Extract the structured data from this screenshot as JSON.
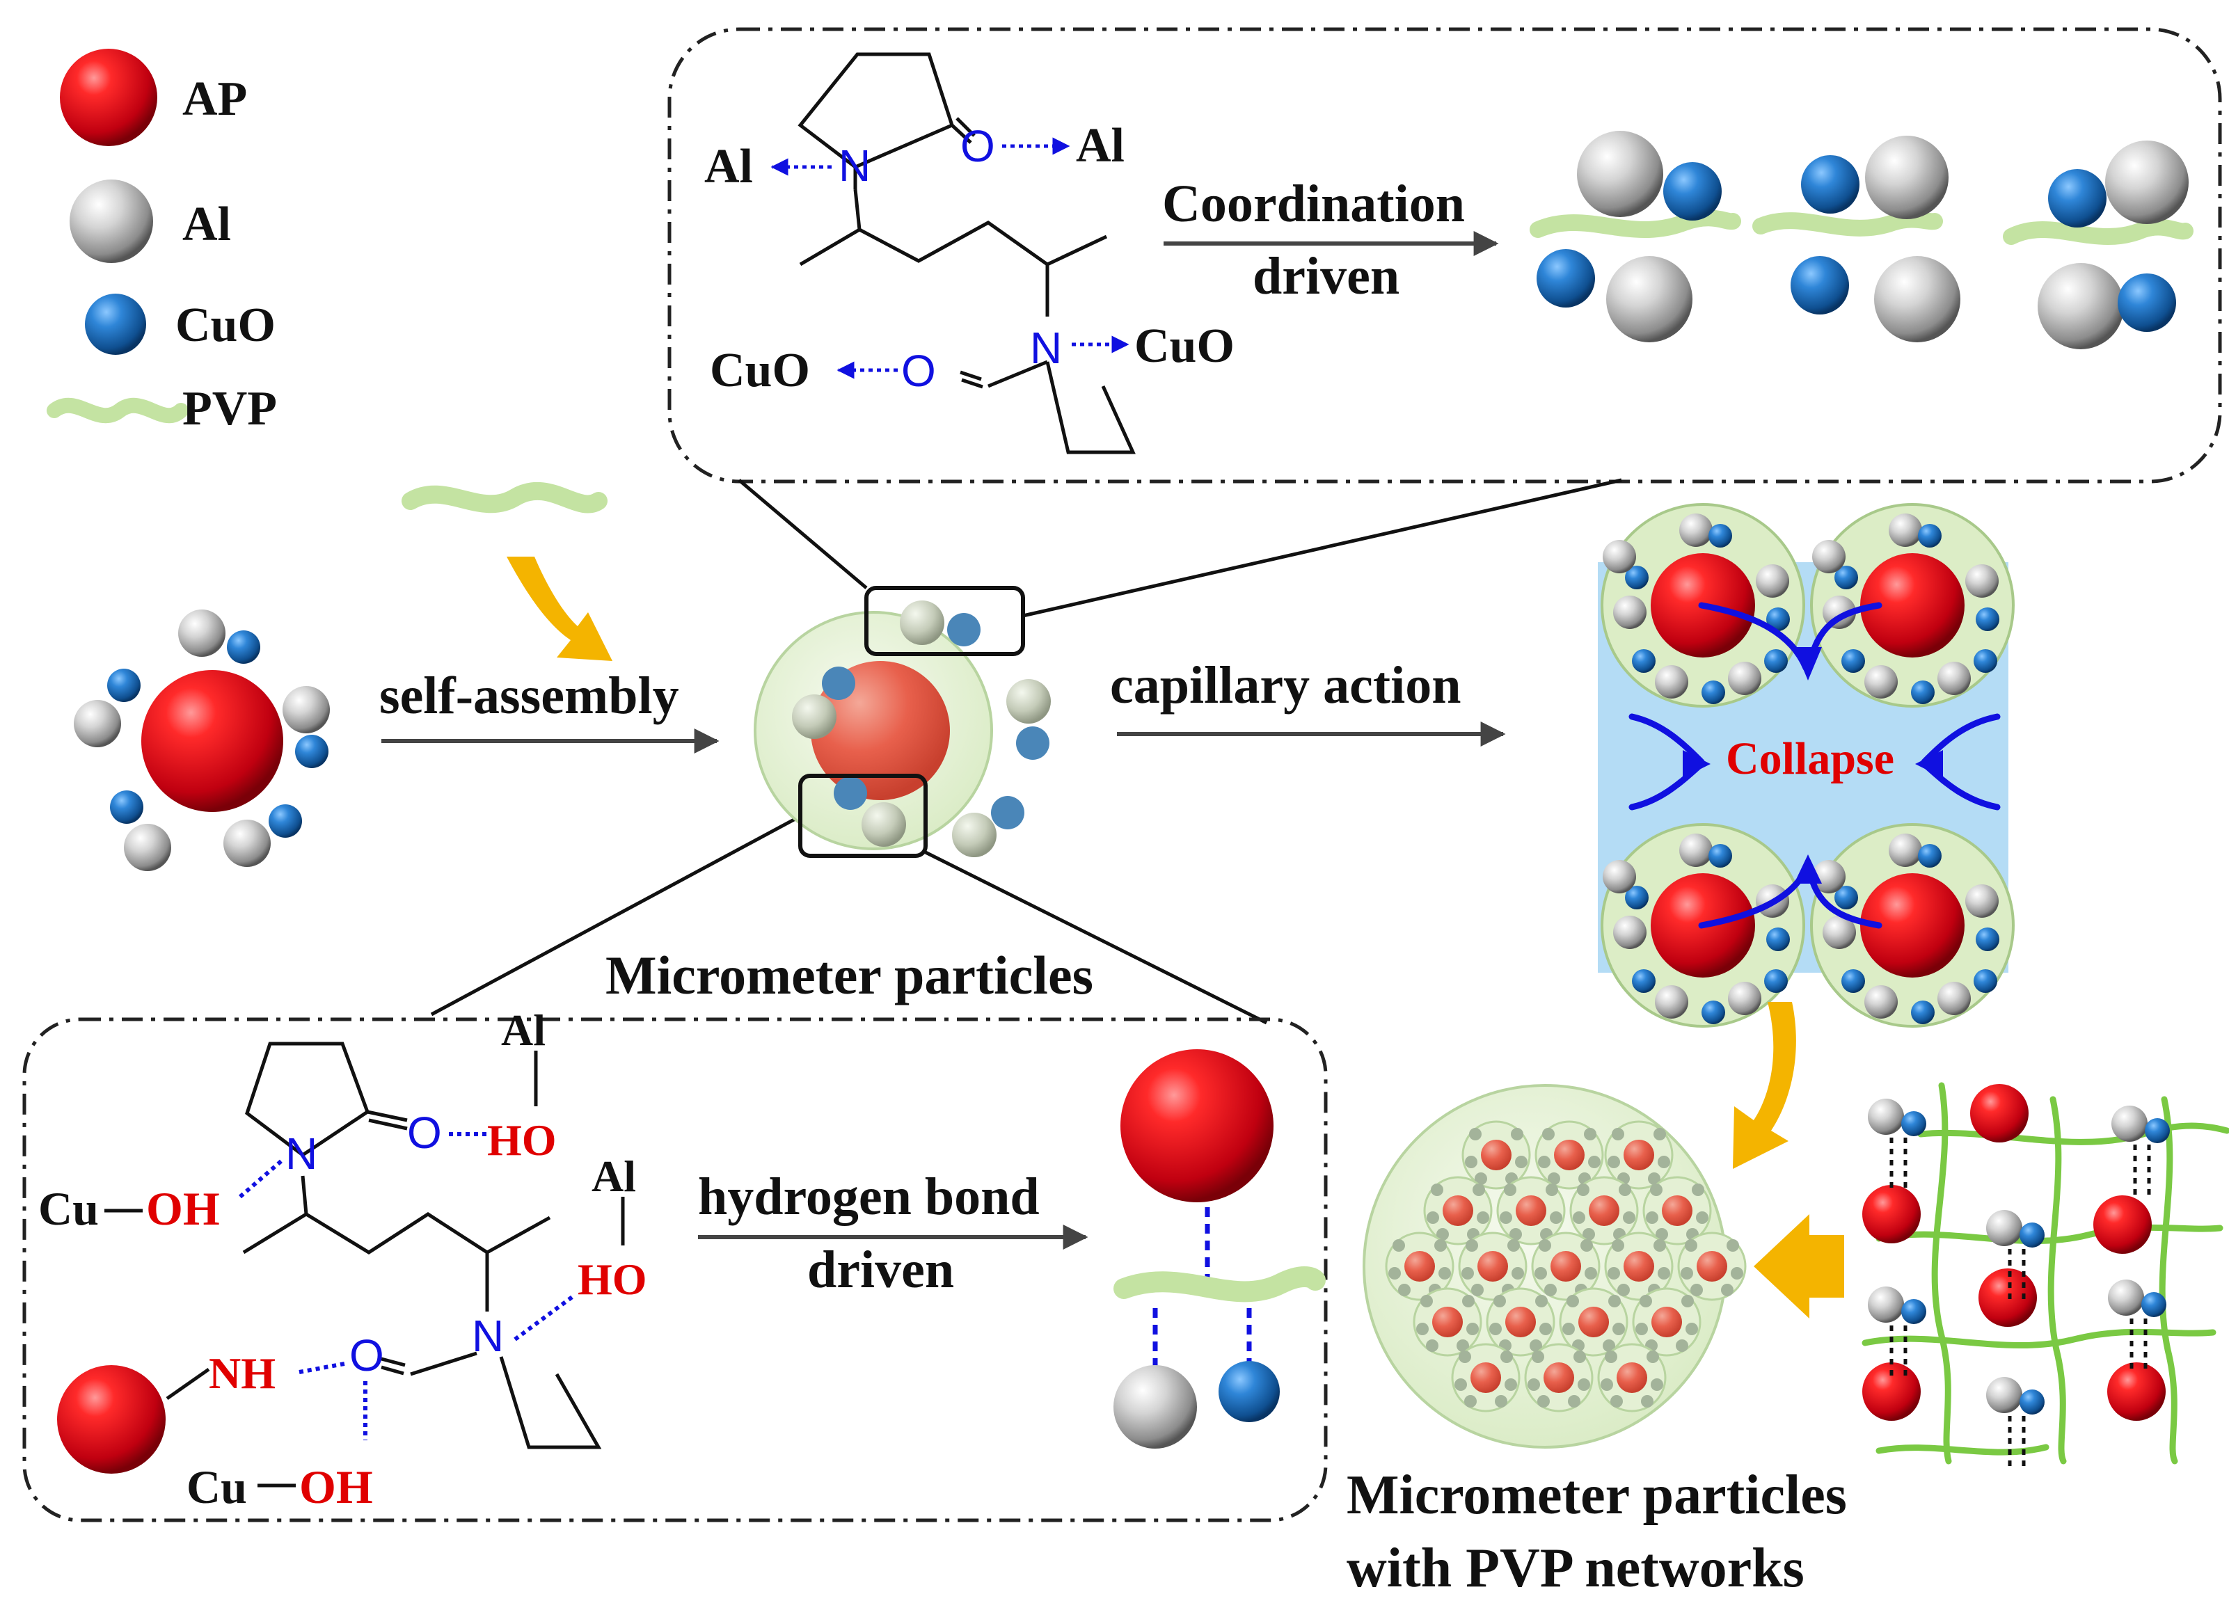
{
  "legend": {
    "items": [
      {
        "key": "ap",
        "label": "AP"
      },
      {
        "key": "al",
        "label": "Al"
      },
      {
        "key": "cuo",
        "label": "CuO"
      },
      {
        "key": "pvp",
        "label": "PVP"
      }
    ]
  },
  "colors": {
    "ap": "#e0161e",
    "al": "#bfbfbf",
    "cuo": "#1f6fb5",
    "pvp": "#c4e3a2",
    "shell": "#e6f2d7",
    "shell_stroke": "#a8c98a",
    "collapse_box": "#b4dcf5",
    "blue_atom": "#1010e0",
    "red_atom": "#e00000",
    "yellow_arrow": "#f4b400",
    "network": "#7ac943"
  },
  "top_box": {
    "left_labels": {
      "al_n": "Al",
      "al_o": "Al",
      "cuo_o": "CuO",
      "cuo_n": "CuO"
    },
    "atoms": {
      "n": "N",
      "o": "O"
    },
    "arrow_label_1": "Coordination",
    "arrow_label_2": "driven"
  },
  "bottom_box": {
    "atoms": {
      "n": "N",
      "o": "O"
    },
    "cu1": "Cu",
    "oh1": "OH",
    "al1": "Al",
    "ho1": "HO",
    "al2": "Al",
    "ho2": "HO",
    "nh": "NH",
    "cu2": "Cu",
    "oh2": "OH",
    "arrow_label_1": "hydrogen bond",
    "arrow_label_2": "driven"
  },
  "main": {
    "self_assembly": "self-assembly",
    "micrometer_particles": "Micrometer particles",
    "capillary_action": "capillary action",
    "collapse": "Collapse",
    "networks_label_1": "Micrometer particles",
    "networks_label_2": "with PVP networks"
  }
}
